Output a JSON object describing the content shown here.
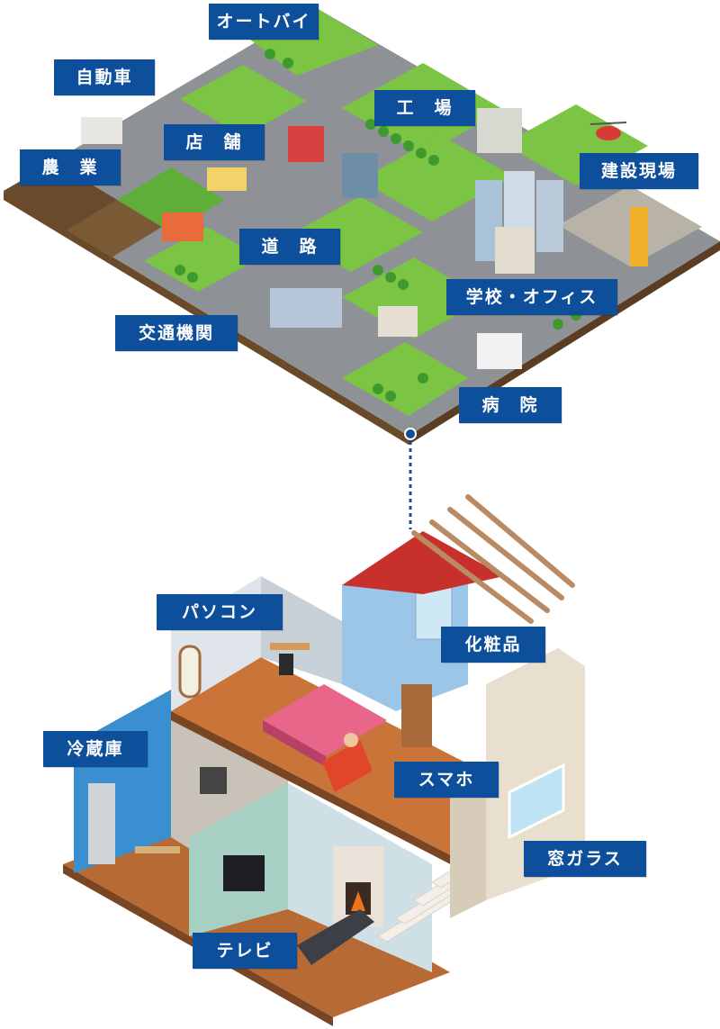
{
  "colors": {
    "label_bg": "#0e4f9c",
    "label_text": "#ffffff",
    "grass": "#7cc443",
    "road": "#8e9296",
    "floor_wood": "#c9753a",
    "roof_red": "#c8302c",
    "connector": "#0e4f9c"
  },
  "city_labels": {
    "motorcycle": "オートバイ",
    "car": "自動車",
    "factory": "工　場",
    "store": "店　舗",
    "farm": "農　業",
    "construction": "建設現場",
    "road": "道　路",
    "school_office": "学校・オフィス",
    "transport": "交通機関",
    "hospital": "病　院"
  },
  "house_labels": {
    "pc": "パソコン",
    "cosmetics": "化粧品",
    "fridge": "冷蔵庫",
    "smartphone": "スマホ",
    "window_glass": "窓ガラス",
    "tv": "テレビ"
  }
}
